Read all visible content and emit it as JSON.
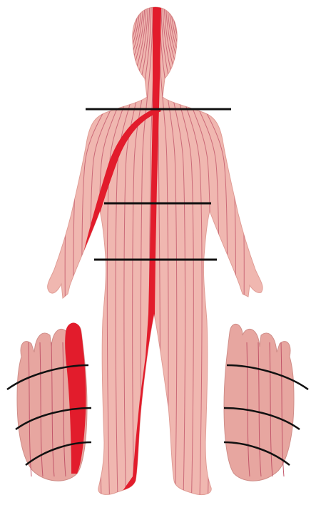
{
  "colors": {
    "background": "#ffffff",
    "skin": "#f0b7b0",
    "skin_edge": "#e09d96",
    "zone_line": "#c2566a",
    "highlight_channel": "#e21c2c",
    "level_line": "#111111",
    "foot": "#e7a6a0"
  },
  "figure": {
    "parts": [
      "body-silhouette",
      "left-foot-sole",
      "right-foot-sole"
    ],
    "level_lines": [
      "shoulder-line",
      "waist-line",
      "pelvis-line"
    ],
    "foot_lines_per_sole": 3
  }
}
